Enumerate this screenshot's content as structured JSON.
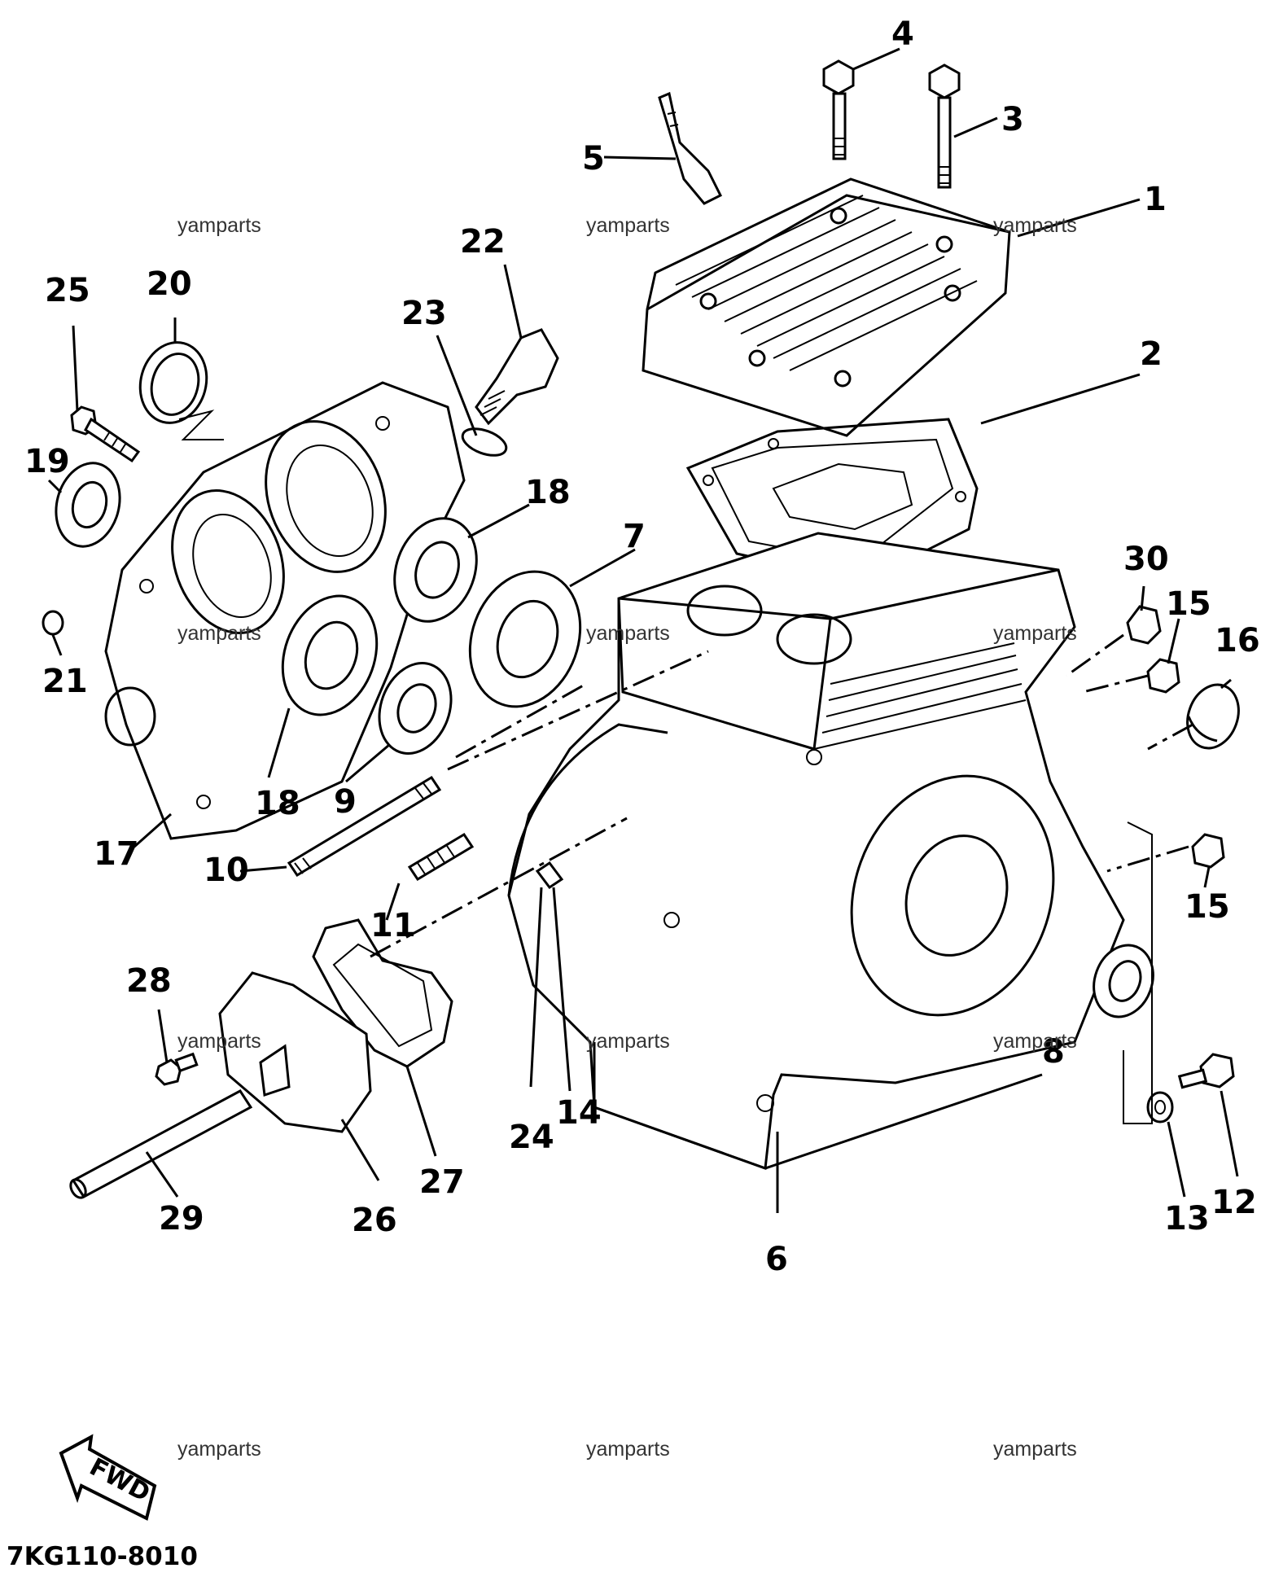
{
  "diagram": {
    "part_numbers": [
      "1",
      "2",
      "3",
      "4",
      "5",
      "6",
      "7",
      "8",
      "9",
      "10",
      "11",
      "12",
      "13",
      "14",
      "15",
      "15",
      "16",
      "17",
      "18",
      "18",
      "19",
      "20",
      "21",
      "22",
      "23",
      "24",
      "25",
      "26",
      "27",
      "28",
      "29",
      "30"
    ],
    "watermark": "yamparts",
    "fwd_label": "FWD",
    "diagram_code": "7KG110-8010"
  }
}
